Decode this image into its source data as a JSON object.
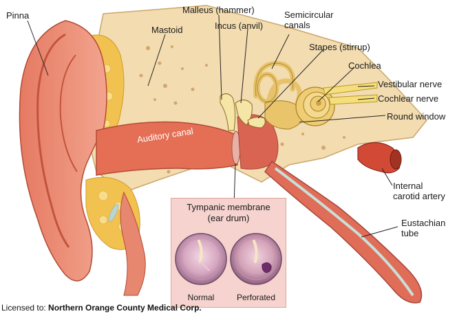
{
  "labels": {
    "pinna": "Pinna",
    "mastoid": "Mastoid",
    "malleus": "Malleus  (hammer)",
    "incus": "Incus (anvil)",
    "semicircular_1": "Semicircular",
    "semicircular_2": "canals",
    "stapes": "Stapes (stirrup)",
    "cochlea": "Cochlea",
    "vestibular_nerve": "Vestibular nerve",
    "cochlear_nerve": "Cochlear nerve",
    "round_window": "Round window",
    "auditory_canal": "Auditory canal",
    "carotid_1": "Internal",
    "carotid_2": "carotid artery",
    "eustachian_1": "Eustachian",
    "eustachian_2": "tube"
  },
  "tympanic": {
    "title_1": "Tympanic membrane",
    "title_2": "(ear drum)",
    "normal": "Normal",
    "perforated": "Perforated"
  },
  "license": {
    "prefix": "Licensed to: ",
    "name": "Northern Orange County Medical Corp."
  },
  "colors": {
    "skin": "#e98a72",
    "skin_dark": "#c9573f",
    "bone": "#f2dcae",
    "fat": "#f0c850",
    "canal": "#e2735b",
    "label_line": "#222222"
  }
}
